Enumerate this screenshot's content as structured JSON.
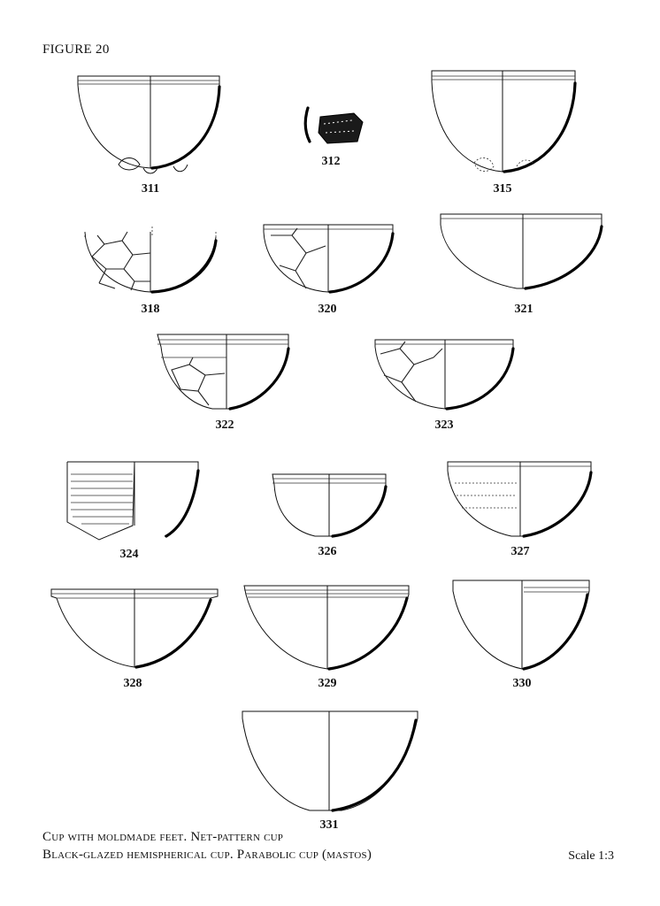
{
  "figure_title": "FIGURE 20",
  "caption_line1": "Cup with moldmade feet. Net-pattern cup",
  "caption_line2": "Black-glazed hemispherical cup. Parabolic cup (mastos)",
  "scale": "Scale 1:3",
  "catalog_numbers": [
    "311",
    "312",
    "315",
    "318",
    "320",
    "321",
    "322",
    "323",
    "324",
    "326",
    "327",
    "328",
    "329",
    "330",
    "331"
  ]
}
